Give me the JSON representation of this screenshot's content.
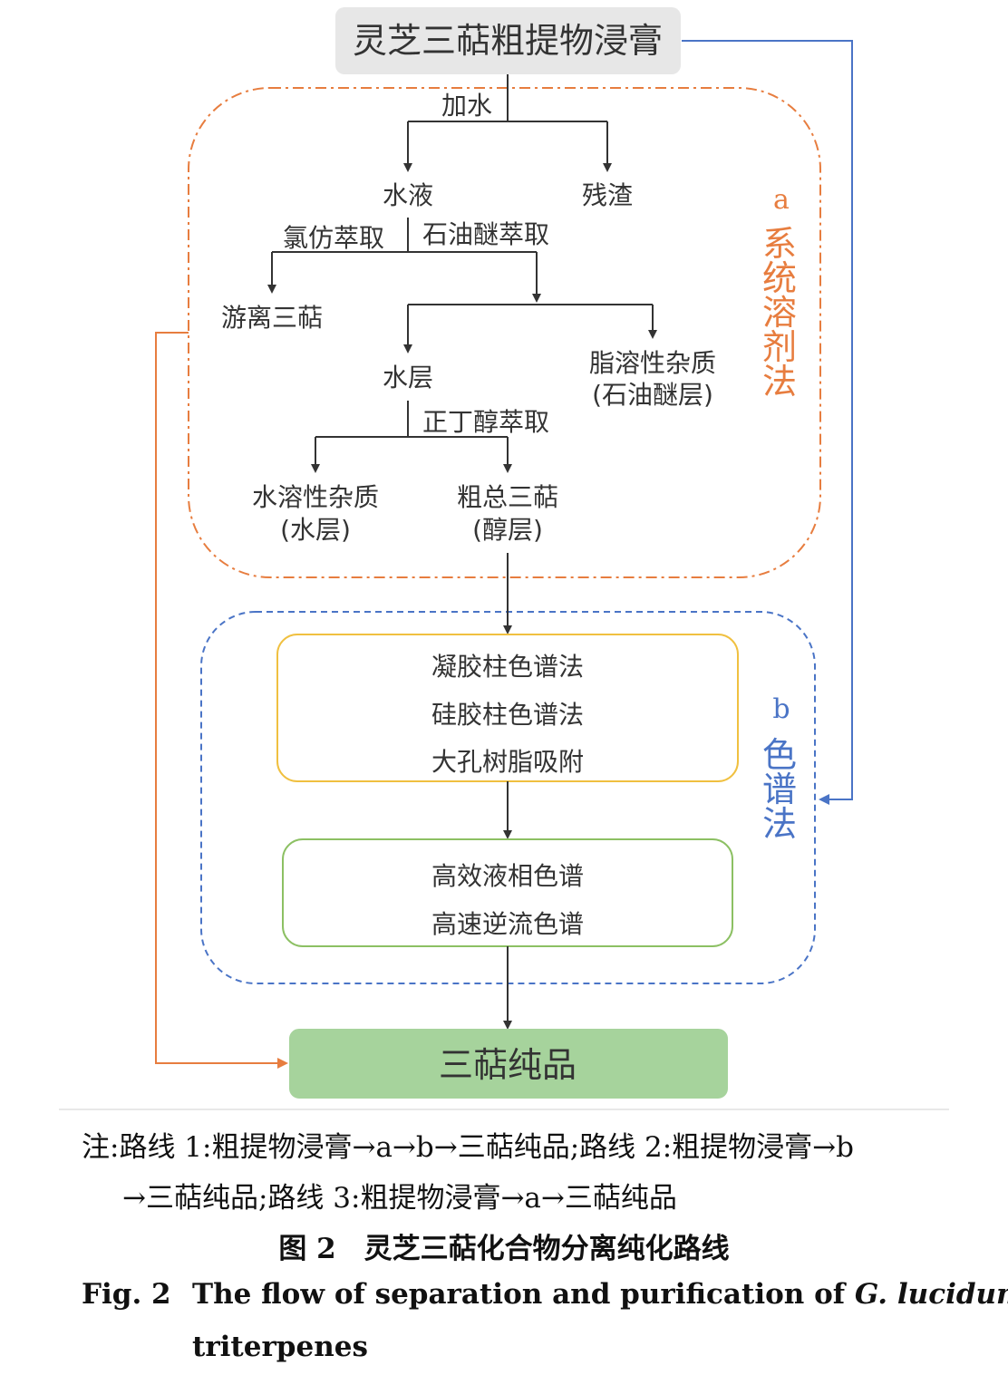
{
  "colors": {
    "line": "#333333",
    "orange": "#e77d3f",
    "blue": "#4a74c6",
    "top_box_fill": "#e7e7e7",
    "yellow_border": "#f0c040",
    "green_border": "#8cc063",
    "pure_fill": "#a6d39c",
    "pure_border": "#a6d39c"
  },
  "nodes": {
    "crude_extract": "灵芝三萜粗提物浸膏",
    "add_water": "加水",
    "aqueous": "水液",
    "residue": "残渣",
    "chloroform": "氯仿萃取",
    "petroleum_ether": "石油醚萃取",
    "free_triterpenes": "游离三萜",
    "water_layer": "水层",
    "lipid_impurity_1": "脂溶性杂质",
    "lipid_impurity_2": "(石油醚层)",
    "butanol": "正丁醇萃取",
    "water_impurity_1": "水溶性杂质",
    "water_impurity_2": "(水层)",
    "crude_total_1": "粗总三萜",
    "crude_total_2": "(醇层)",
    "method_1": "凝胶柱色谱法",
    "method_2": "硅胶柱色谱法",
    "method_3": "大孔树脂吸附",
    "method_4": "高效液相色谱",
    "method_5": "高速逆流色谱",
    "pure": "三萜纯品"
  },
  "groups": {
    "a_letter": "a",
    "a_label": [
      "系",
      "统",
      "溶",
      "剂",
      "法"
    ],
    "b_letter": "b",
    "b_label": [
      "色",
      "谱",
      "法"
    ]
  },
  "caption": {
    "note_line1": "注:路线 1:粗提物浸膏→a→b→三萜纯品;路线 2:粗提物浸膏→b",
    "note_line2": "→三萜纯品;路线 3:粗提物浸膏→a→三萜纯品",
    "figure_zh": "图 2　灵芝三萜化合物分离纯化路线",
    "fig_label": "Fig. 2",
    "en_part1": "The flow of separation and purification of ",
    "en_species": "G. lucidum",
    "en_line2": "triterpenes"
  }
}
